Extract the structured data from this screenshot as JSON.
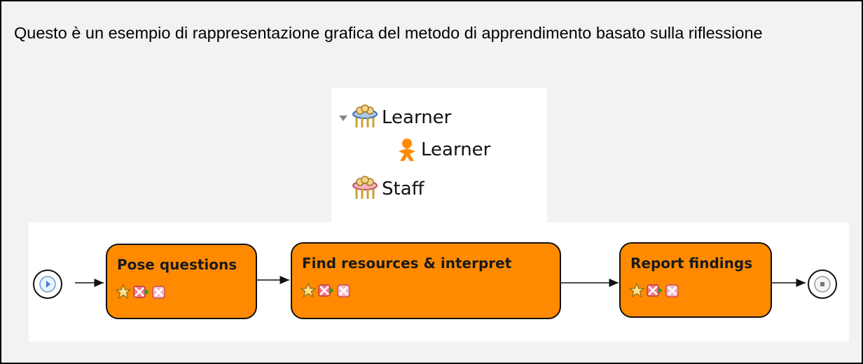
{
  "intro_text": "Questo è un esempio di rappresentazione grafica del metodo di apprendimento basato sulla riflessione",
  "roles": {
    "group1": {
      "label": "Learner",
      "icon": "role-group-blue-icon",
      "expanded": true
    },
    "child1": {
      "label": "Learner",
      "icon": "person-orange-icon"
    },
    "group2": {
      "label": "Staff",
      "icon": "role-group-pink-icon"
    }
  },
  "flow": {
    "start_icon": "play-icon",
    "end_icon": "stop-icon",
    "activities": [
      {
        "label": "Pose questions",
        "icons": [
          "star-icon",
          "puzzle-add-icon",
          "puzzle-remove-icon"
        ]
      },
      {
        "label": "Find resources & interpret",
        "icons": [
          "star-icon",
          "puzzle-add-icon",
          "puzzle-remove-icon"
        ]
      },
      {
        "label": "Report findings",
        "icons": [
          "star-icon",
          "puzzle-add-icon",
          "puzzle-remove-icon"
        ]
      }
    ]
  },
  "colors": {
    "activity_fill": "#ff8a00",
    "node_blue": "#3a7fd5"
  }
}
